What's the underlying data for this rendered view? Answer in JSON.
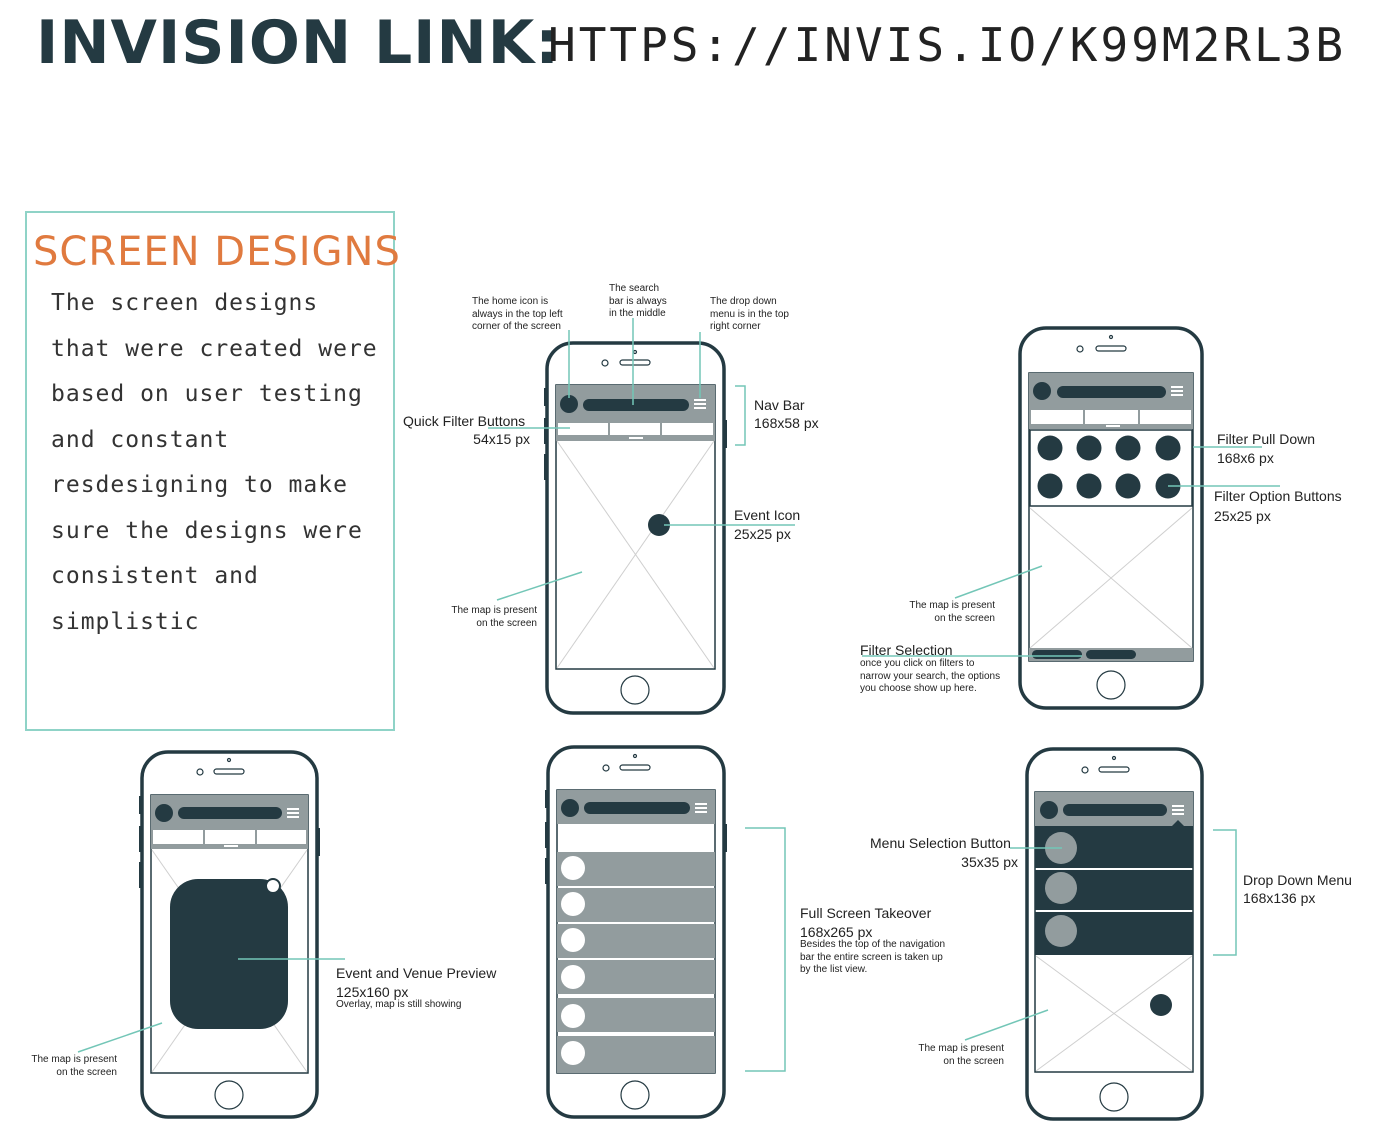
{
  "header": {
    "title": "INVISION LINK:",
    "link": "HTTPS://INVIS.IO/K99M2RL3B"
  },
  "panel": {
    "title": "SCREEN DESIGNS",
    "body": "The screen designs that were created were based on user testing and constant resdesigning to make sure the designs were consistent and simplistic"
  },
  "colors": {
    "dark": "#243a42",
    "gray": "#929c9e",
    "teal": "#73c6b7",
    "orange": "#e07a3f"
  },
  "annotations": {
    "home_icon": "The home icon is always in the top left corner of the screen",
    "search_bar": "The search bar is always in the middle",
    "drop_down": "The drop down menu is in the top right corner",
    "nav_bar_title": "Nav Bar",
    "nav_bar_size": "168x58 px",
    "quick_filter_title": "Quick Filter Buttons",
    "quick_filter_size": "54x15 px",
    "event_icon_title": "Event Icon",
    "event_icon_size": "25x25 px",
    "map_present": "The map is present on the screen",
    "filter_pull_title": "Filter Pull Down",
    "filter_pull_size": "168x6 px",
    "filter_option_title": "Filter Option Buttons",
    "filter_option_size": "25x25 px",
    "filter_selection_title": "Filter Selection",
    "filter_selection_desc": "once you click on filters to narrow your search, the options you choose show up here.",
    "event_venue_title": "Event and Venue Preview",
    "event_venue_size": "125x160 px",
    "event_venue_desc": "Overlay, map is still showing",
    "full_screen_title": "Full Screen Takeover",
    "full_screen_size": "168x265 px",
    "full_screen_desc": "Besides the top of the navigation bar the entire screen is taken up by the list view.",
    "menu_selection_title": "Menu Selection Button",
    "menu_selection_size": "35x35 px",
    "drop_down_menu_title": "Drop Down Menu",
    "drop_down_menu_size": "168x136 px"
  }
}
